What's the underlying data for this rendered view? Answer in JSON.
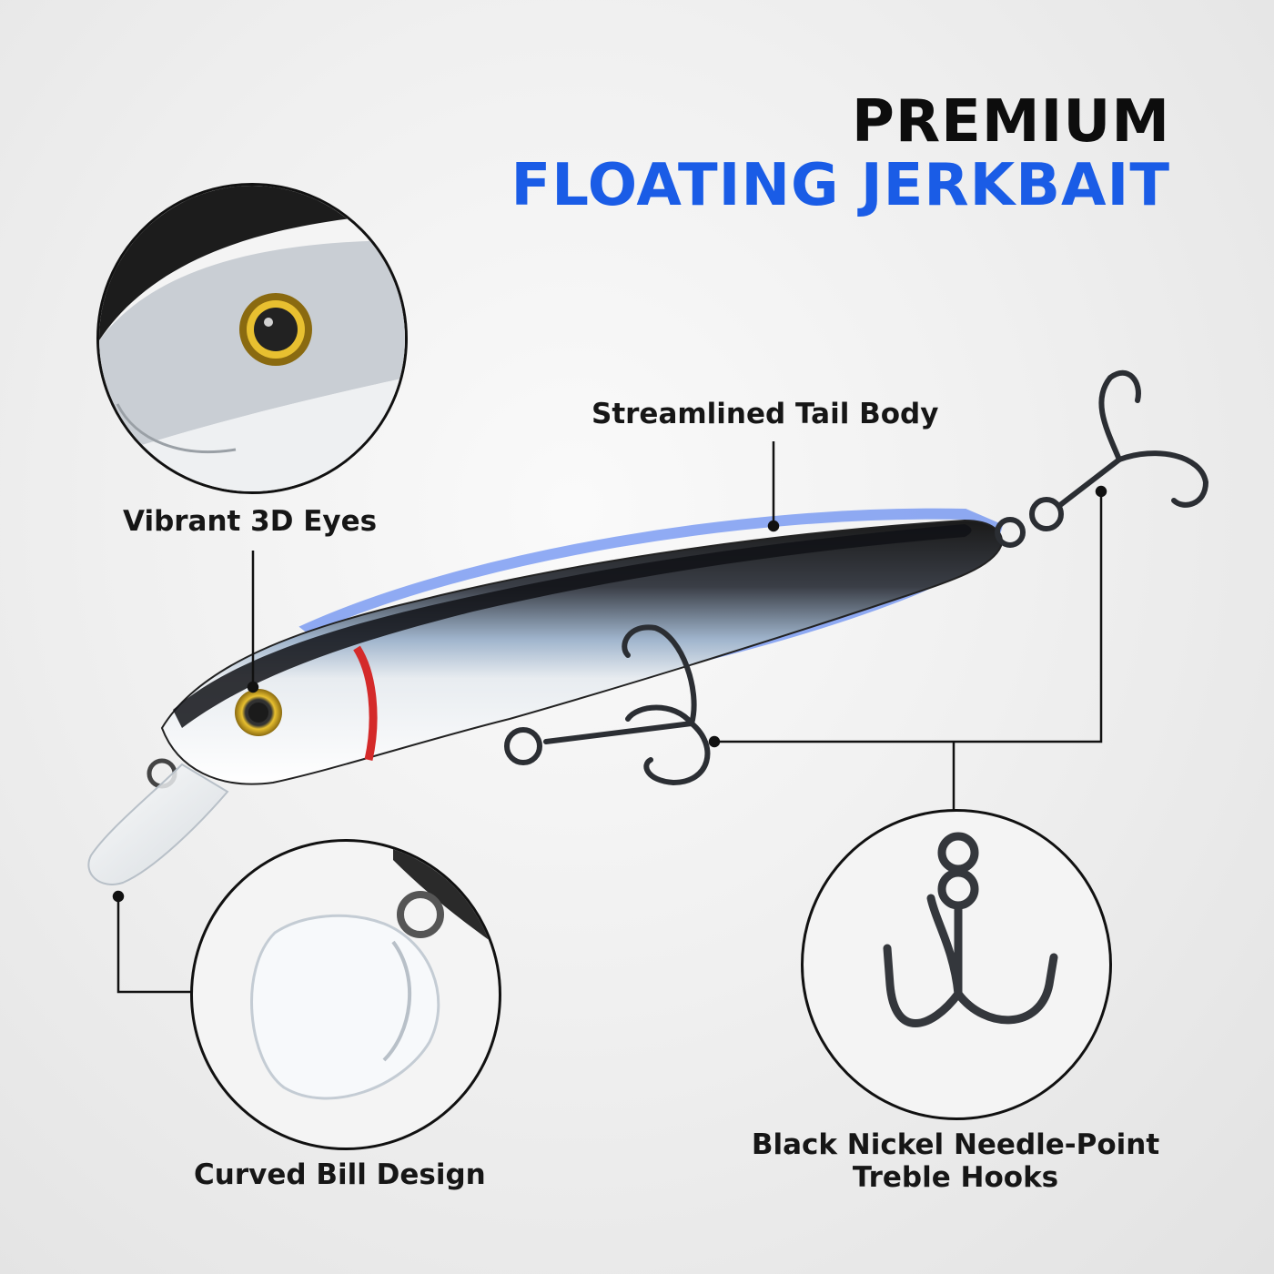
{
  "title": {
    "line1": "PREMIUM",
    "line2": "FLOATING JERKBAIT"
  },
  "labels": {
    "tail": "Streamlined Tail Body",
    "eyes": "Vibrant 3D Eyes",
    "bill": "Curved Bill Design",
    "hooks_line1": "Black Nickel Needle-Point",
    "hooks_line2": "Treble Hooks"
  },
  "colors": {
    "title_primary": "#0d0d0d",
    "title_accent": "#1a5ce6",
    "body_glow": "#3a6cf0",
    "gill_stripe": "#d42a2a"
  }
}
